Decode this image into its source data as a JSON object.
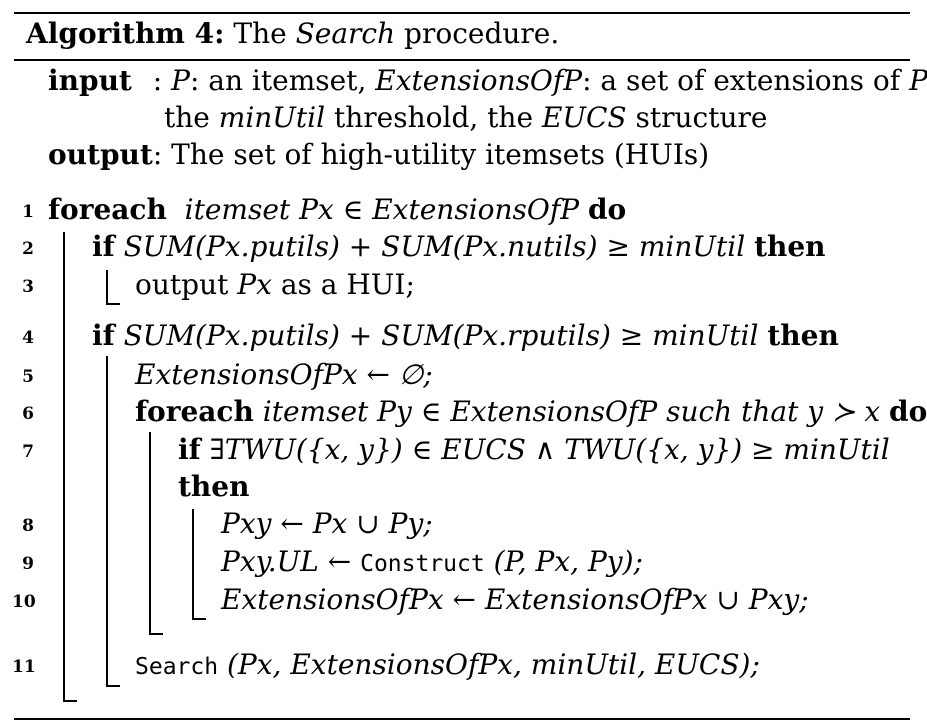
{
  "algorithm": {
    "header_label": "Algorithm 4:",
    "header_pre": "The",
    "header_name": "Search",
    "header_post": "procedure.",
    "input_label": "input",
    "input_sep": ":",
    "input_p": "P",
    "input_t1": ": an itemset,",
    "input_ext": "ExtensionsOfP",
    "input_t2": ": a set of extensions of",
    "input_p2": "P",
    "input_t3": ",",
    "input_t4": "the",
    "input_minutil": "minUtil",
    "input_t5": "threshold, the",
    "input_eucs": "EUCS",
    "input_t6": "structure",
    "output_label": "output",
    "output_text": ": The set of high-utility itemsets (HUIs)",
    "lines": [
      {
        "num": "1"
      },
      {
        "num": "2"
      },
      {
        "num": "3"
      },
      {
        "num": "4"
      },
      {
        "num": "5"
      },
      {
        "num": "6"
      },
      {
        "num": "7"
      },
      {
        "num": "8"
      },
      {
        "num": "9"
      },
      {
        "num": "10"
      },
      {
        "num": "11"
      }
    ],
    "code": {
      "kw_foreach": "foreach",
      "kw_do": "do",
      "kw_if": "if",
      "kw_then": "then",
      "l1_body": "itemset Px ∈ ExtensionsOfP",
      "l2_cond": "SUM(Px.putils) + SUM(Px.nutils) ≥ minUtil",
      "l3_pre": "output",
      "l3_px": "Px",
      "l3_post": "as a HUI;",
      "l4_cond": "SUM(Px.putils) + SUM(Px.rputils) ≥ minUtil",
      "l5": "ExtensionsOfPx ← ∅;",
      "l6_body": "itemset Py ∈ ExtensionsOfP such that y ≻ x",
      "l7_cond": "∃TWU({x, y}) ∈ EUCS ∧ TWU({x, y}) ≥ minUtil",
      "l8": "Pxy ← Px ∪ Py;",
      "l9_pre": "Pxy.UL ←",
      "l9_call": "Construct",
      "l9_args": "(P, Px, Py);",
      "l10": "ExtensionsOfPx ← ExtensionsOfPx ∪ Pxy;",
      "l11_call": "Search",
      "l11_args": "(Px, ExtensionsOfPx, minUtil, EUCS);"
    }
  }
}
